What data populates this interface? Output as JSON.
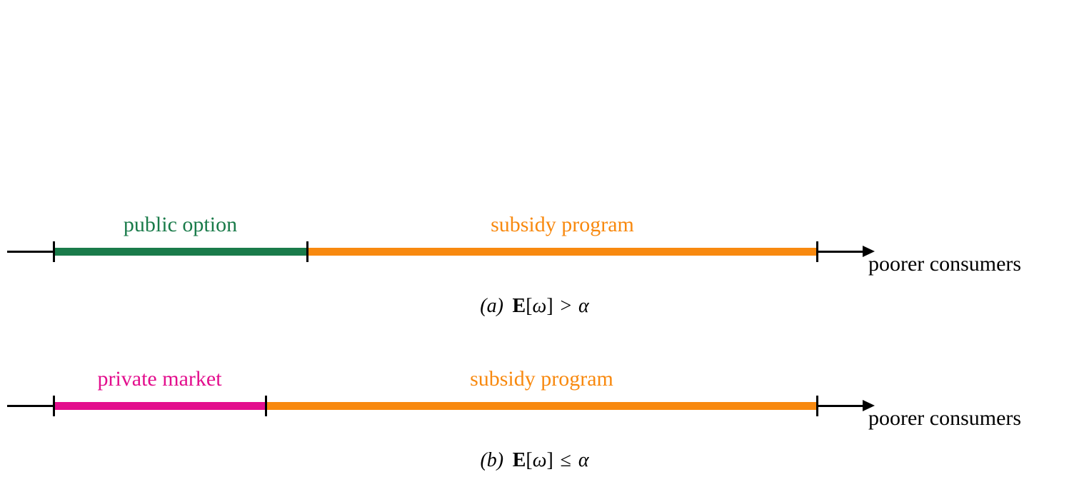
{
  "figure": {
    "colors": {
      "axis": "#000000",
      "green": "#1a7b4a",
      "orange": "#f8890f",
      "magenta": "#e30e8d"
    },
    "panels": [
      {
        "id": "a",
        "segments": [
          {
            "name": "public-option",
            "label": "public option",
            "color": "#1a7b4a"
          },
          {
            "name": "subsidy-program",
            "label": "subsidy program",
            "color": "#f8890f"
          }
        ],
        "axis_label": "poorer consumers",
        "caption": {
          "index": "(a)",
          "expectation": "E",
          "lbracket": "[",
          "omega": "ω",
          "rbracket": "]",
          "relation": ">",
          "alpha": "α"
        }
      },
      {
        "id": "b",
        "segments": [
          {
            "name": "private-market",
            "label": "private market",
            "color": "#e30e8d"
          },
          {
            "name": "subsidy-program",
            "label": "subsidy program",
            "color": "#f8890f"
          }
        ],
        "axis_label": "poorer consumers",
        "caption": {
          "index": "(b)",
          "expectation": "E",
          "lbracket": "[",
          "omega": "ω",
          "rbracket": "]",
          "relation": "≤",
          "alpha": "α"
        }
      }
    ]
  }
}
